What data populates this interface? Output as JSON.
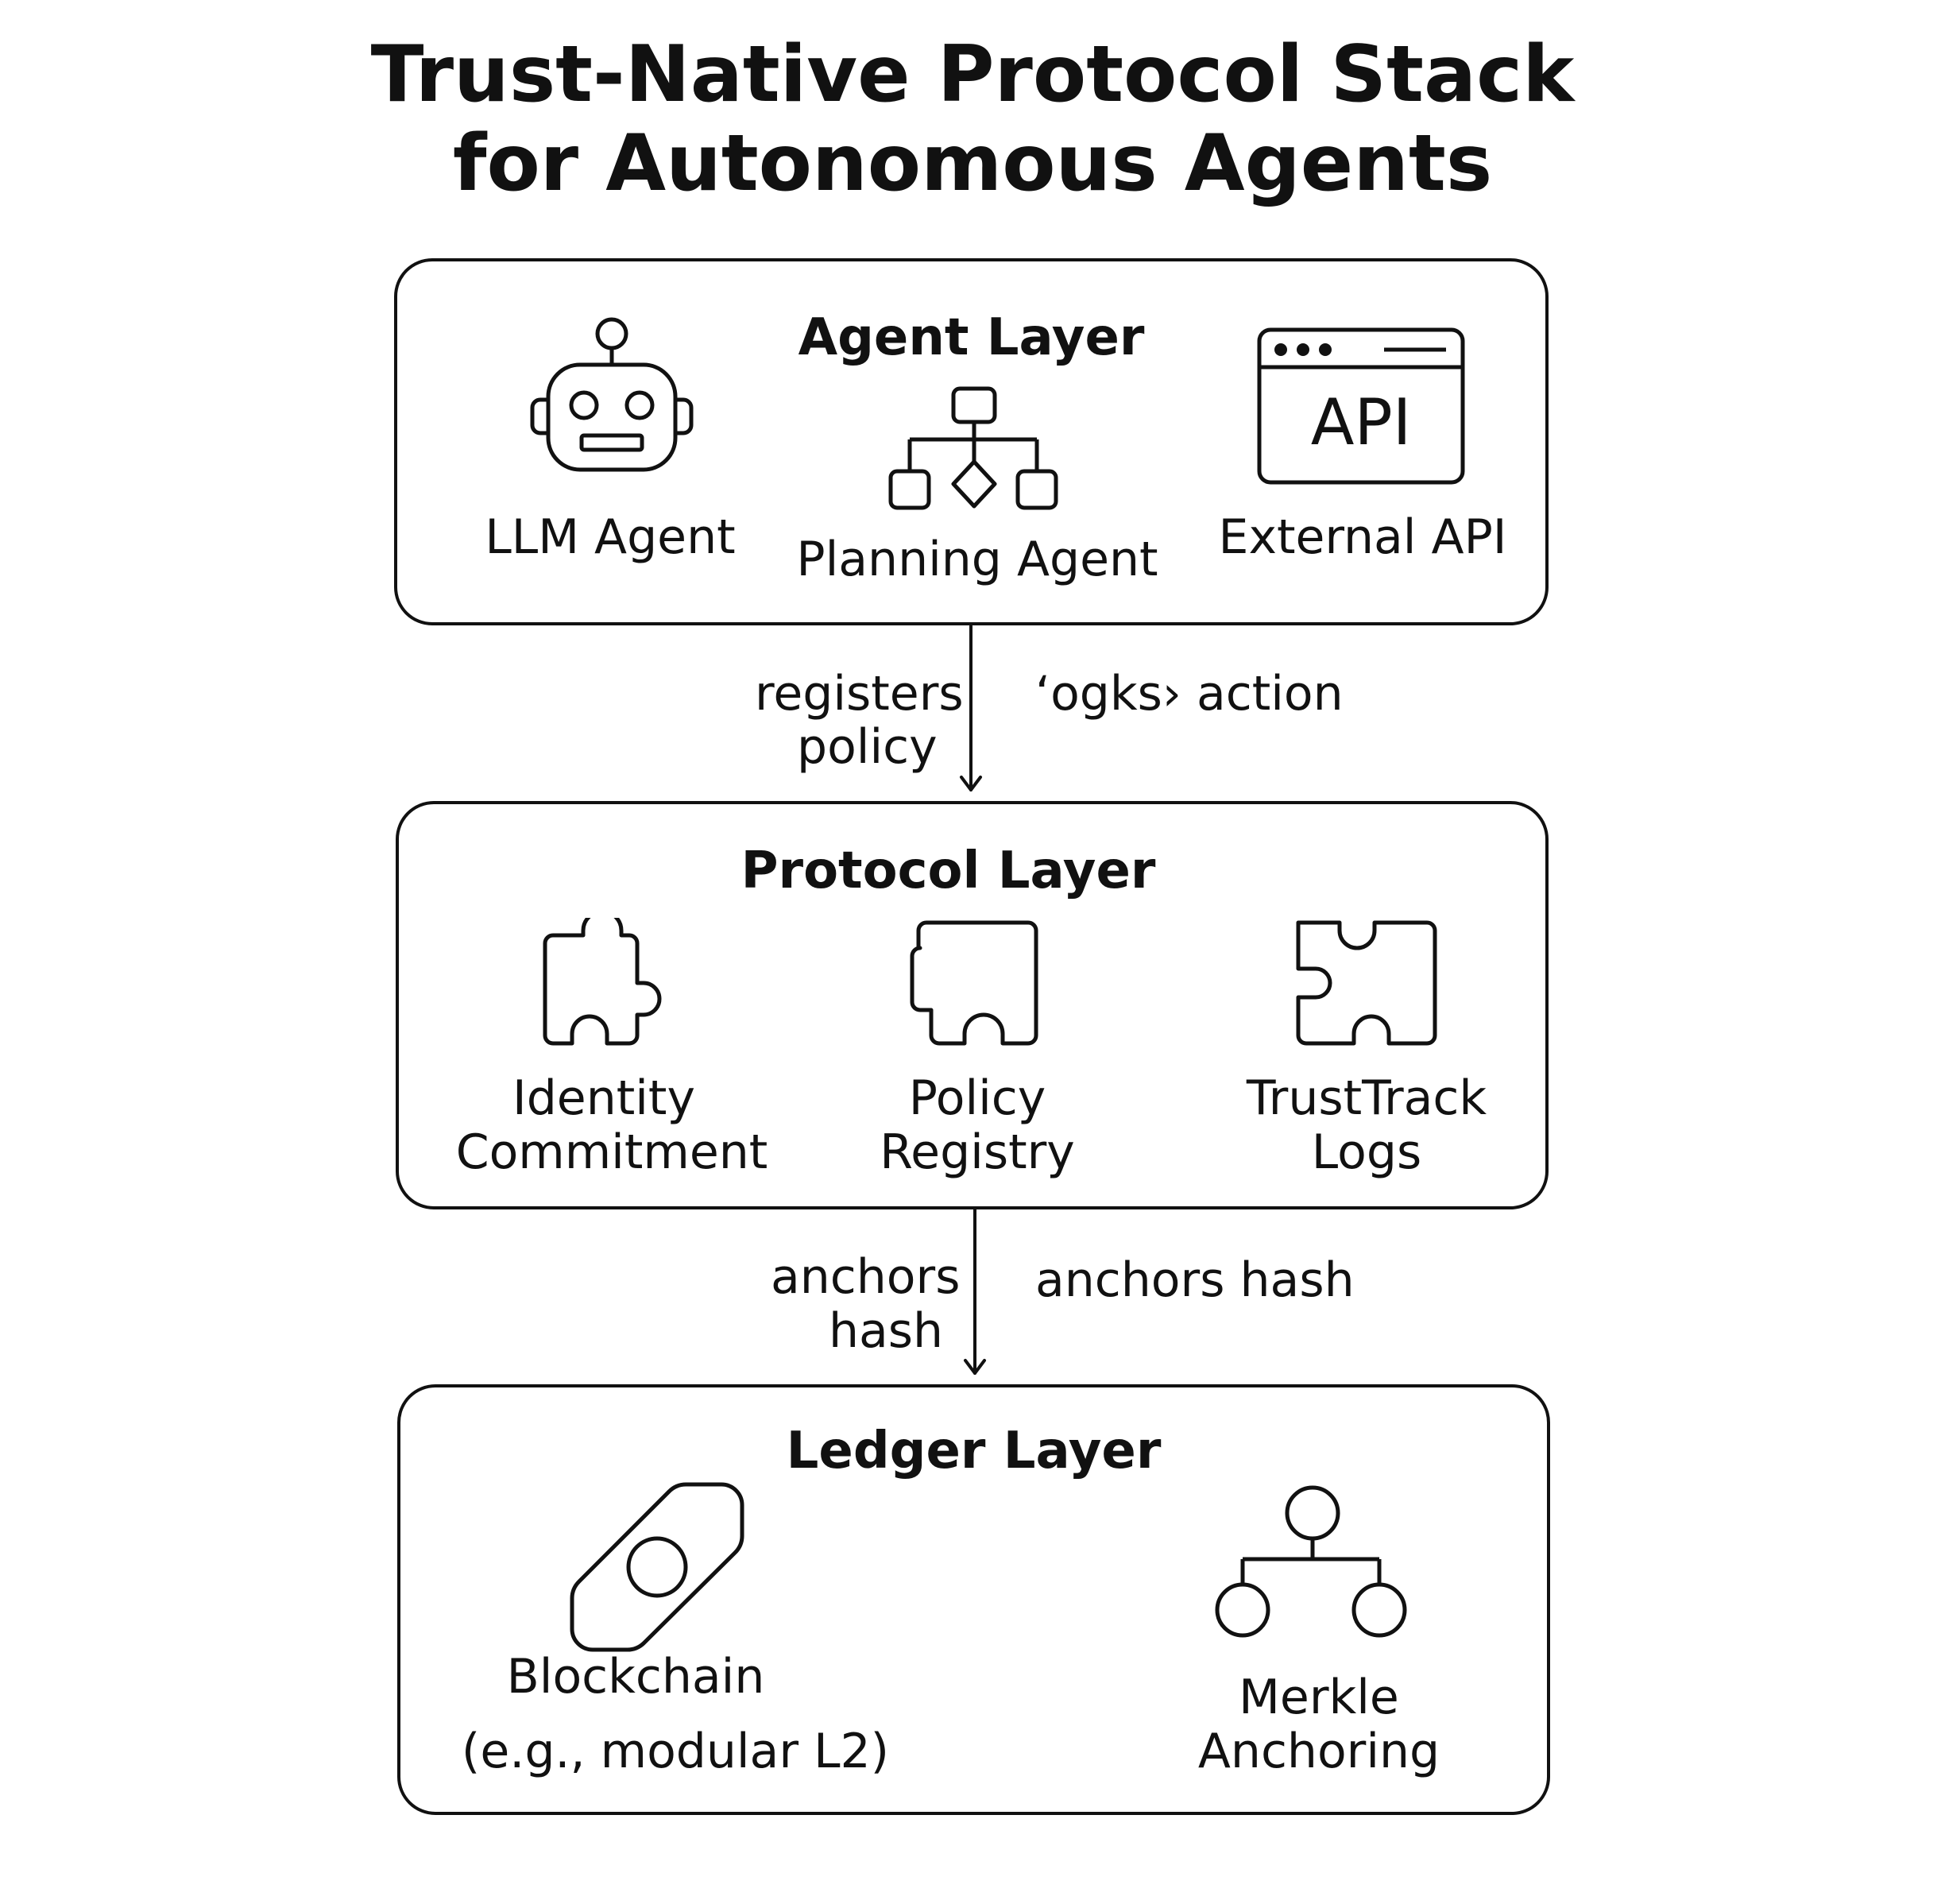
{
  "title": {
    "line1": "Trust-Native Protocol Stack",
    "line2": "for Autonomous Agents"
  },
  "agent_layer": {
    "title": "Agent Layer",
    "items": [
      {
        "label": "LLM Agent",
        "icon": "robot-icon"
      },
      {
        "label": "Planning Agent",
        "icon": "hierarchy-icon"
      },
      {
        "label": "External API",
        "icon": "api-window-icon",
        "icon_text": "API"
      }
    ]
  },
  "edge_agent_protocol": {
    "left_line1": "registers",
    "left_line2": "policy",
    "right": "‘ogks› action"
  },
  "protocol_layer": {
    "title": "Protocol Layer",
    "items": [
      {
        "line1": "Identity",
        "line2": "Commitment",
        "icon": "puzzle-piece-icon"
      },
      {
        "line1": "Policy",
        "line2": "Registry",
        "icon": "puzzle-piece-icon"
      },
      {
        "line1": "TrustTrack",
        "line2": "Logs",
        "icon": "puzzle-piece-icon"
      }
    ]
  },
  "edge_protocol_ledger": {
    "left_line1": "anchors",
    "left_line2": "hash",
    "right": "anchors hash"
  },
  "ledger_layer": {
    "title": "Ledger Layer",
    "items": [
      {
        "line1": "Blockchain",
        "line2": "(e.g., modular L2)",
        "icon": "blockchain-token-icon"
      },
      {
        "line1": "Merkle",
        "line2": "Anchoring",
        "icon": "merkle-tree-icon"
      }
    ]
  }
}
